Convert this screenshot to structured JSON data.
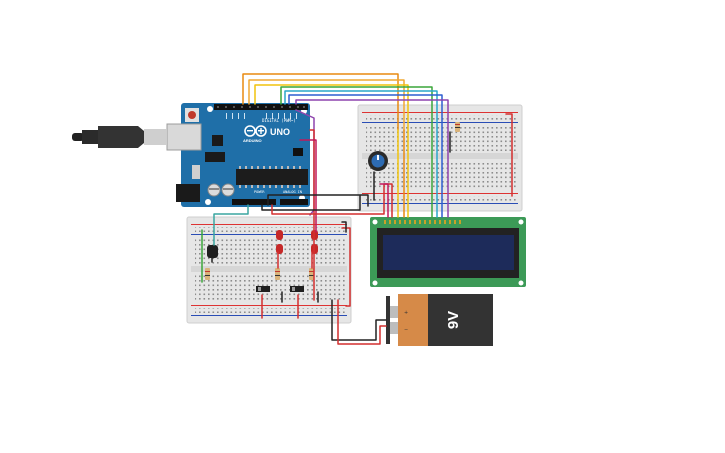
{
  "board": {
    "brand_label": "ARDUINO",
    "model_label": "UNO",
    "digital_label": "DIGITAL (PWM~)",
    "power_label": "POWER",
    "analog_label": "ANALOG IN",
    "color": "#1f6fa8"
  },
  "battery": {
    "voltage_label": "9V",
    "plus_symbol": "+",
    "minus_symbol": "−"
  },
  "wire_colors": {
    "orange": "#e88a10",
    "yellow": "#f1c40f",
    "green": "#3aa63a",
    "cyan": "#2aa7c9",
    "blue": "#2d5fd0",
    "purple": "#8e44ad",
    "red": "#d32f2f",
    "black": "#222222",
    "pink": "#c2185b",
    "teal": "#3aa6a0"
  },
  "lcd": {
    "screen_color": "#1d2b5a",
    "pcb_color": "#3c9a57"
  }
}
